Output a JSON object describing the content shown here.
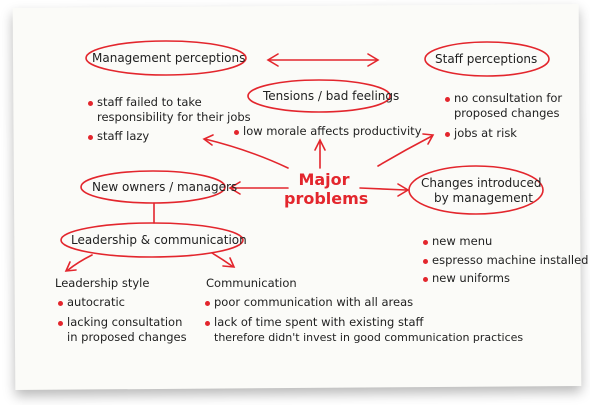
{
  "nodes": {
    "management": "Management perceptions",
    "staff": "Staff perceptions",
    "tensions": "Tensions / bad feelings",
    "owners": "New owners / managers",
    "major_line1": "Major",
    "major_line2": "problems",
    "changes_line1": "Changes introduced",
    "changes_line2": "by management",
    "leadership": "Leadership & communication"
  },
  "management_points": [
    {
      "lines": [
        "staff failed to take",
        "responsibility for their jobs"
      ]
    },
    {
      "lines": [
        "staff lazy"
      ]
    }
  ],
  "staff_points": [
    {
      "lines": [
        "no consultation for",
        "proposed changes"
      ]
    },
    {
      "lines": [
        "jobs at risk"
      ]
    }
  ],
  "tensions_points": [
    "low morale affects productivity"
  ],
  "changes_points": [
    "new menu",
    "espresso machine installed",
    "new uniforms"
  ],
  "leadership_style": {
    "heading": "Leadership style",
    "points": [
      {
        "lines": [
          "autocratic"
        ]
      },
      {
        "lines": [
          "lacking consultation",
          "in proposed changes"
        ]
      }
    ]
  },
  "communication": {
    "heading": "Communication",
    "points": [
      {
        "lines": [
          "poor communication with all areas"
        ]
      },
      {
        "lines": [
          "lack of time spent with existing staff",
          "therefore didn't invest in good communication practices"
        ]
      }
    ]
  },
  "colors": {
    "accent": "#e3262d",
    "text": "#1f1f1f"
  }
}
